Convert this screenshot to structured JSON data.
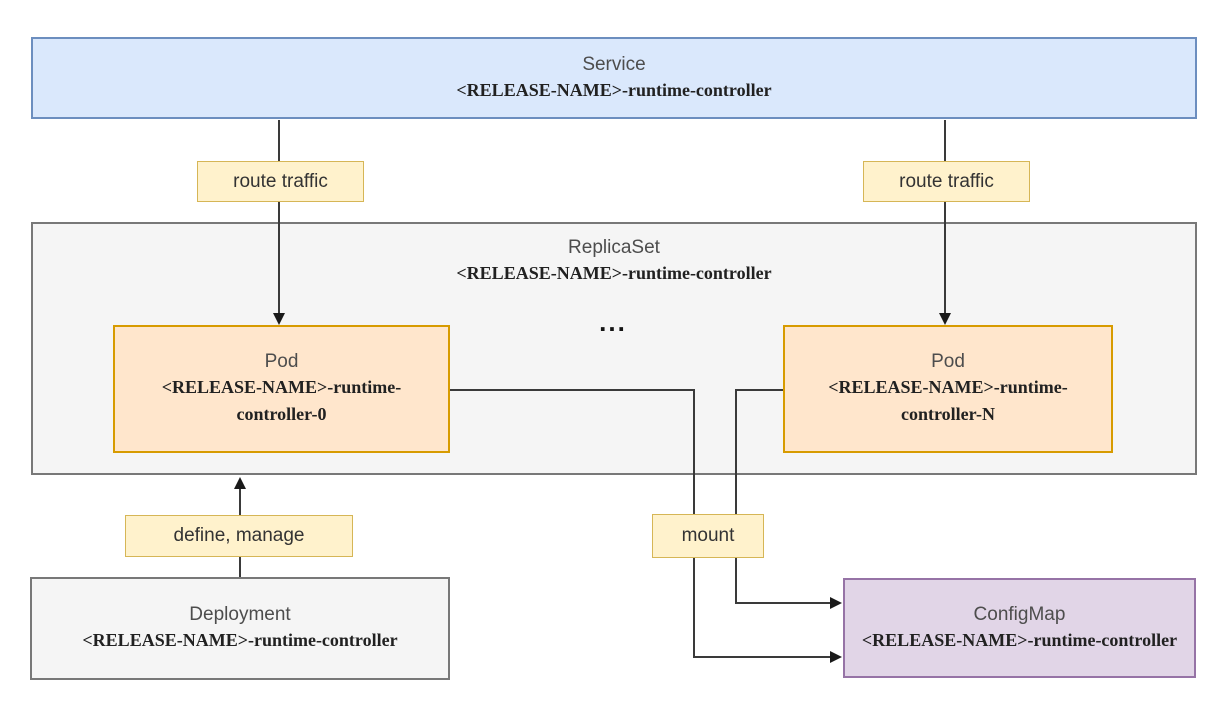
{
  "nodes": {
    "service": {
      "type": "Service",
      "name": "<RELEASE-NAME>-runtime-controller",
      "fill": "#dae8fc",
      "stroke": "#6c8ebf"
    },
    "replicaset": {
      "type": "ReplicaSet",
      "name": "<RELEASE-NAME>-runtime-controller",
      "fill": "#f5f5f5",
      "stroke": "#787878"
    },
    "pod_0": {
      "type": "Pod",
      "name": "<RELEASE-NAME>-runtime-controller-0",
      "fill": "#ffe6cc",
      "stroke": "#d79b00"
    },
    "pod_n": {
      "type": "Pod",
      "name": "<RELEASE-NAME>-runtime-controller-N",
      "fill": "#ffe6cc",
      "stroke": "#d79b00"
    },
    "deployment": {
      "type": "Deployment",
      "name": "<RELEASE-NAME>-runtime-controller",
      "fill": "#f5f5f5",
      "stroke": "#787878"
    },
    "configmap": {
      "type": "ConfigMap",
      "name": "<RELEASE-NAME>-runtime-controller",
      "fill": "#e1d5e7",
      "stroke": "#9673a6"
    }
  },
  "edge_labels": {
    "route_traffic_left": "route traffic",
    "route_traffic_right": "route traffic",
    "define_manage": "define, manage",
    "mount": "mount"
  },
  "ellipsis": "...",
  "label_style": {
    "fill": "#fff2cc",
    "stroke": "#d6b656"
  },
  "edge_color": "#3a3a3a"
}
